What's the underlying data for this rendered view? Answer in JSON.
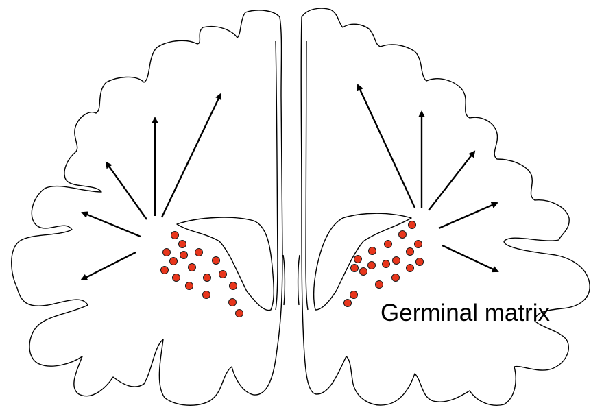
{
  "diagram": {
    "label": "Germinal matrix",
    "colors": {
      "outline": "#000000",
      "cell_fill": "#e8361c",
      "background": "#ffffff"
    },
    "structures": [
      "left-hemisphere",
      "right-hemisphere"
    ],
    "left_cell_count": 17,
    "right_cell_count": 18,
    "arrows_per_hemisphere": 5
  }
}
